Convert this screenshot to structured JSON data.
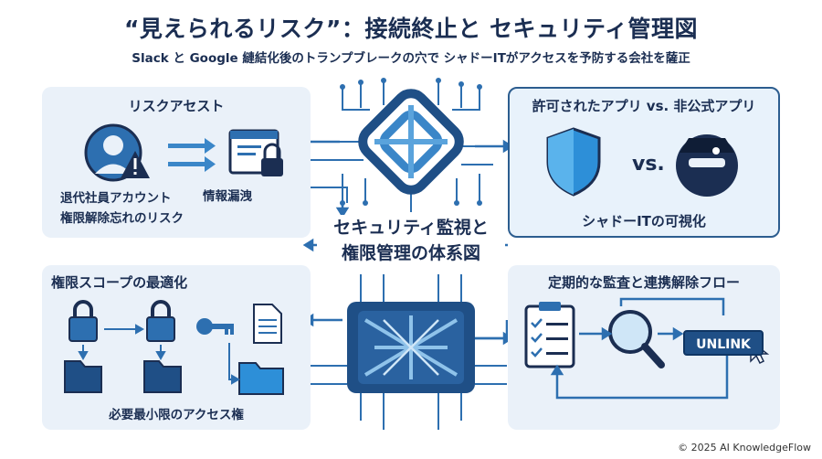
{
  "title": "“見えられるリスク”：接続終止と セキュリティ管理図",
  "subtitle": "Slack と Google 縺結化後のトランプブレークの穴で シャドーITがアクセスを予防する会社を薩正",
  "center": {
    "line1": "セキュリティ監視と",
    "line2": "権限管理の体系図"
  },
  "panels": {
    "risk_assets": {
      "title": "リスクアセスト",
      "label_info_leak": "情報漏洩",
      "label_line1": "退代社員アカウント",
      "label_line2": "権限解除忘れのリスク"
    },
    "apps": {
      "title": "許可されたアプリ vs. 非公式アプリ",
      "vs": "vs.",
      "caption": "シャドーITの可視化"
    },
    "scope": {
      "title": "権限スコープの最適化",
      "caption": "必要最小限のアクセス権"
    },
    "audit": {
      "title": "定期的な監査と連携解除フロー",
      "button": "UNLINK"
    }
  },
  "copyright": "© 2025 AI KnowledgeFlow",
  "colors": {
    "navy": "#1b2e52",
    "blue": "#2d6fb0",
    "light_panel": "#eaf1f9",
    "accent": "#1f4f86"
  }
}
